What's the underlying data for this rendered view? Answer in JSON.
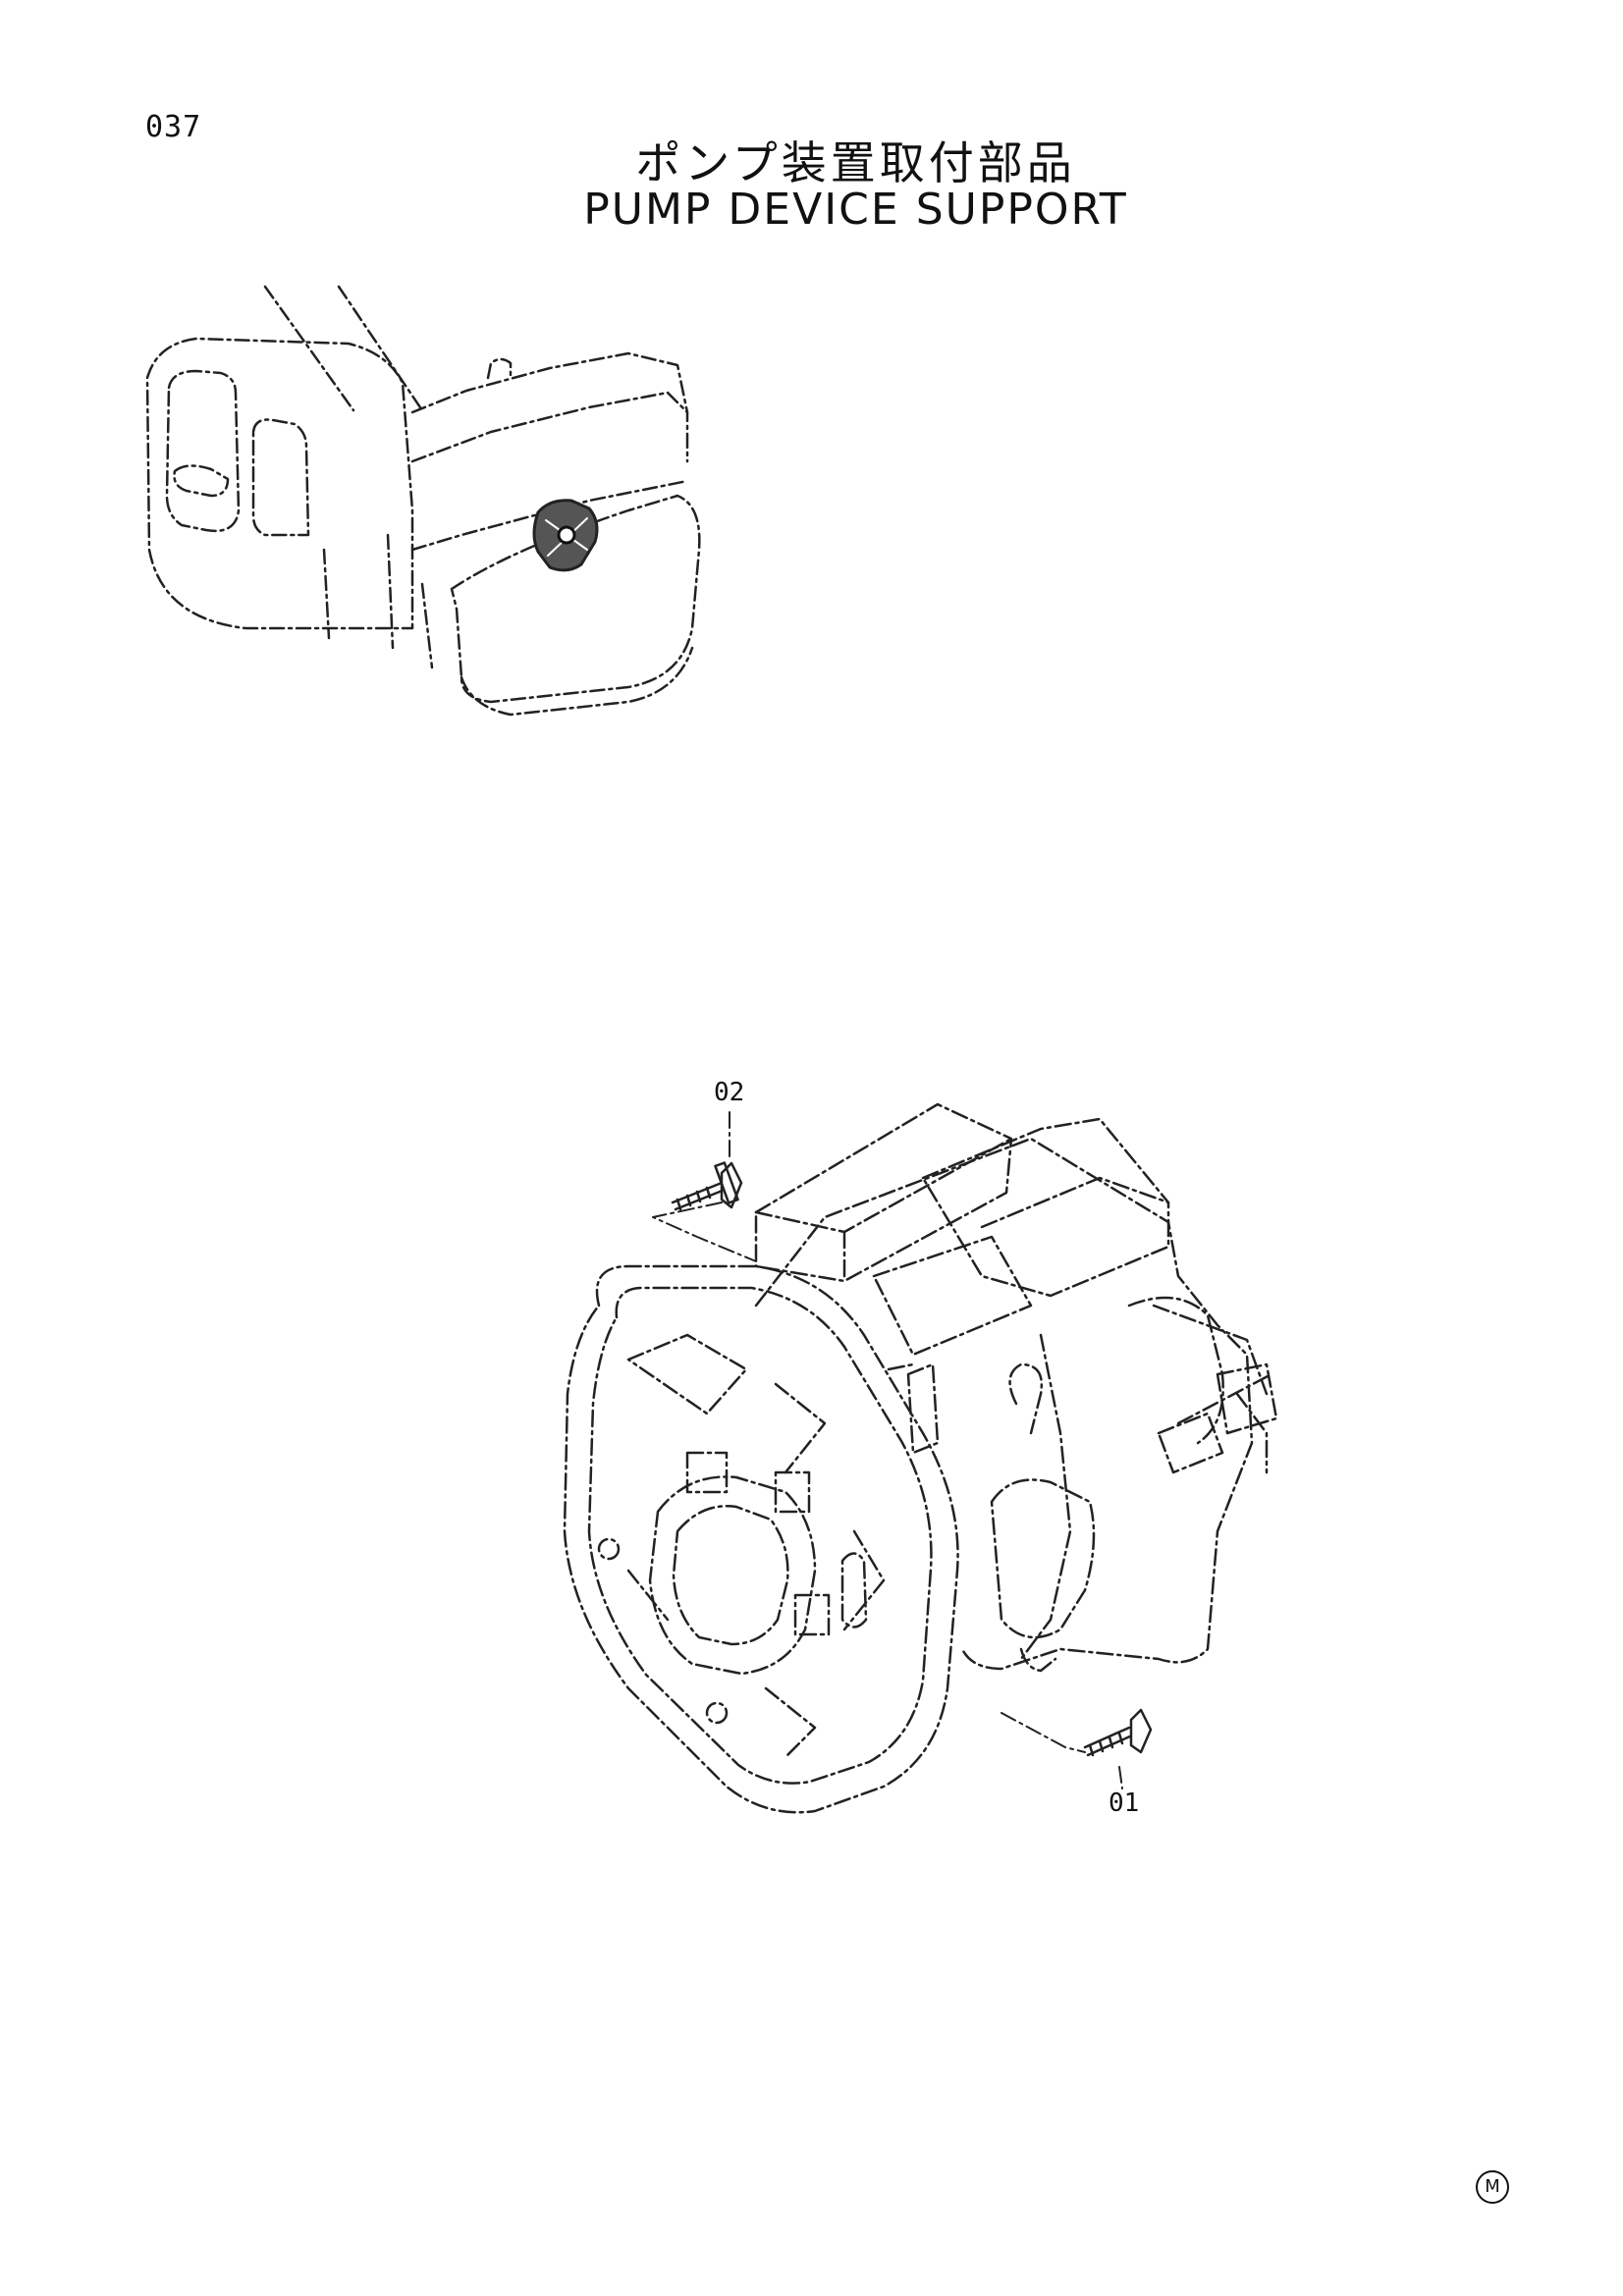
{
  "page": {
    "number": "037",
    "title_jp": "ポンプ装置取付部品",
    "title_en": "PUMP DEVICE SUPPORT",
    "mark": "M"
  },
  "callouts": [
    {
      "id": "02"
    },
    {
      "id": "01"
    }
  ]
}
